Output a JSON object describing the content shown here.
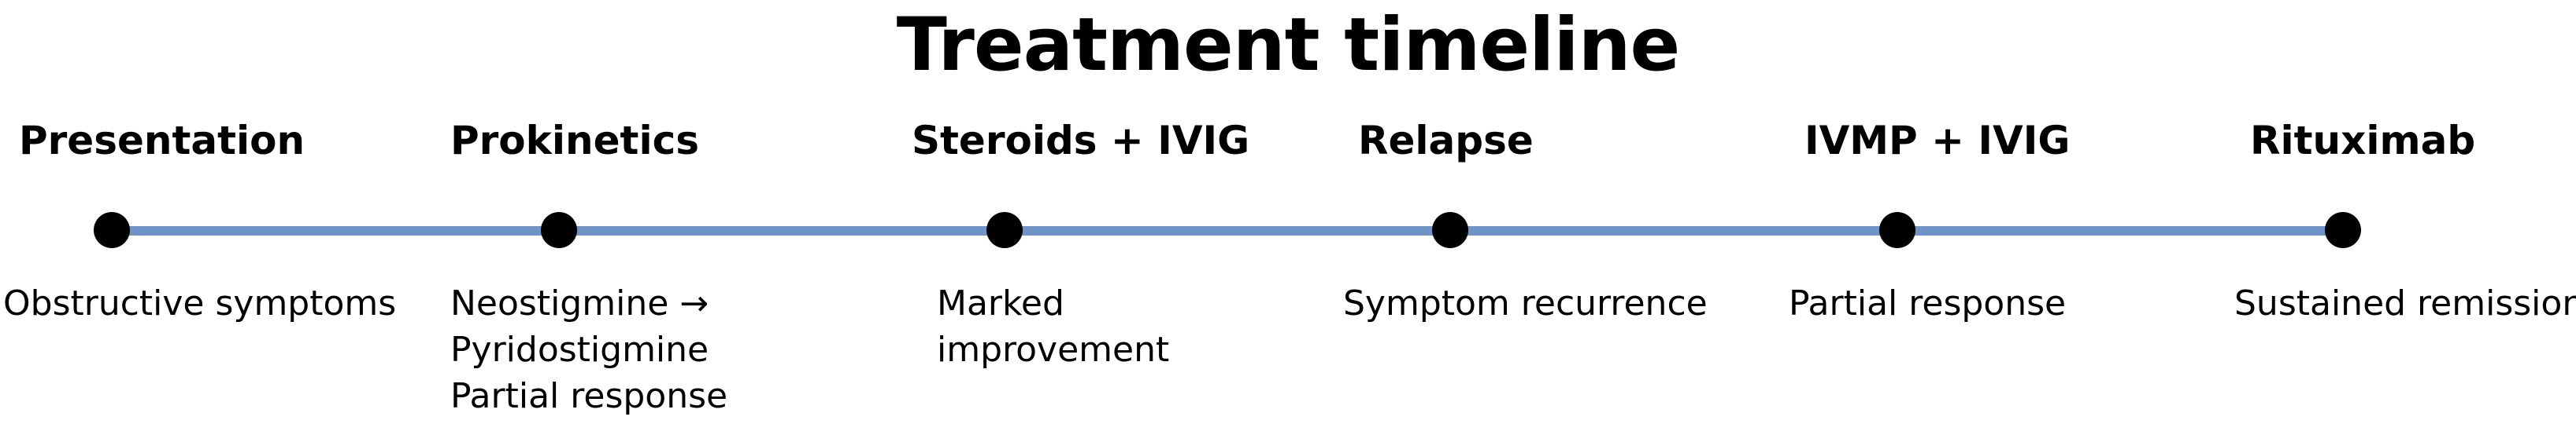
{
  "title": "Treatment timeline",
  "colors": {
    "axis_line": "#6f95c8",
    "node": "#000000",
    "text": "#000000"
  },
  "milestones": [
    {
      "heading": "Presentation",
      "lines": [
        "Obstructive symptoms"
      ]
    },
    {
      "heading": "Prokinetics",
      "lines": [
        "Neostigmine →",
        "Pyridostigmine",
        "Partial response"
      ]
    },
    {
      "heading": "Steroids + IVIG",
      "lines": [
        "Marked",
        "improvement"
      ]
    },
    {
      "heading": "Relapse",
      "lines": [
        "Symptom recurrence"
      ]
    },
    {
      "heading": "IVMP + IVIG",
      "lines": [
        "Partial response"
      ]
    },
    {
      "heading": "Rituximab",
      "lines": [
        "Sustained remission"
      ]
    }
  ]
}
